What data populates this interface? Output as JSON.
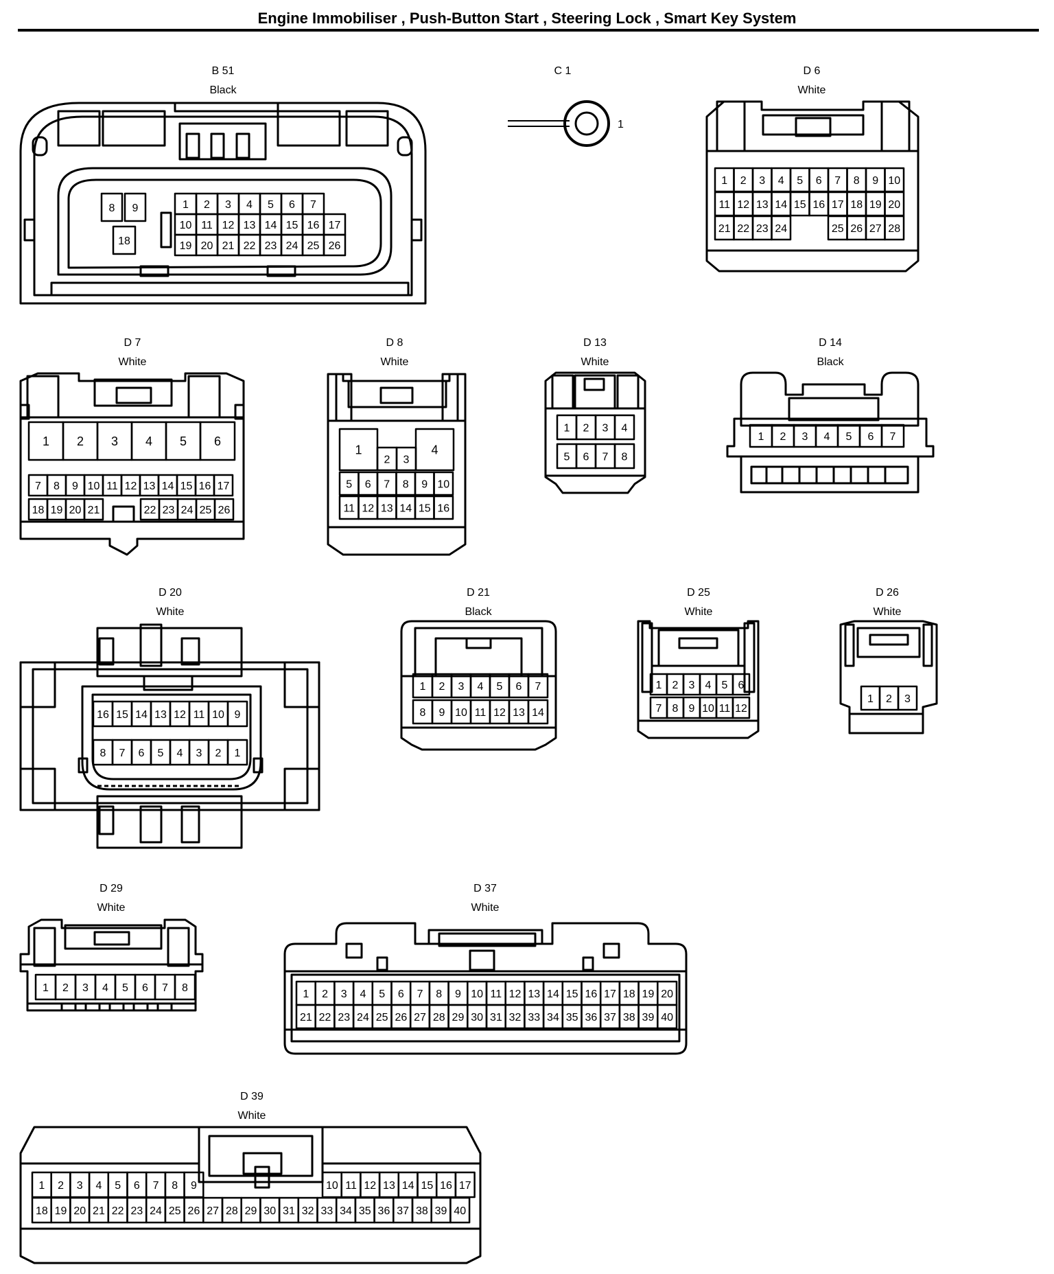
{
  "title": "Engine Immobiliser , Push-Button Start , Steering Lock , Smart Key System",
  "connectors": {
    "b51": {
      "name": "B 51",
      "color": "Black",
      "pins": [
        "8",
        "9",
        "18",
        "1",
        "2",
        "3",
        "4",
        "5",
        "6",
        "7",
        "10",
        "11",
        "12",
        "13",
        "14",
        "15",
        "16",
        "17",
        "19",
        "20",
        "21",
        "22",
        "23",
        "24",
        "25",
        "26"
      ]
    },
    "c1": {
      "name": "C 1",
      "color": "",
      "pins": [
        "1"
      ]
    },
    "d6": {
      "name": "D 6",
      "color": "White",
      "pins": [
        "1",
        "2",
        "3",
        "4",
        "5",
        "6",
        "7",
        "8",
        "9",
        "10",
        "11",
        "12",
        "13",
        "14",
        "15",
        "16",
        "17",
        "18",
        "19",
        "20",
        "21",
        "22",
        "23",
        "24",
        "25",
        "26",
        "27",
        "28"
      ]
    },
    "d7": {
      "name": "D 7",
      "color": "White",
      "pins": [
        "1",
        "2",
        "3",
        "4",
        "5",
        "6",
        "7",
        "8",
        "9",
        "10",
        "11",
        "12",
        "13",
        "14",
        "15",
        "16",
        "17",
        "18",
        "19",
        "20",
        "21",
        "22",
        "23",
        "24",
        "25",
        "26"
      ]
    },
    "d8": {
      "name": "D 8",
      "color": "White",
      "pins": [
        "1",
        "2",
        "3",
        "4",
        "5",
        "6",
        "7",
        "8",
        "9",
        "10",
        "11",
        "12",
        "13",
        "14",
        "15",
        "16"
      ]
    },
    "d13": {
      "name": "D 13",
      "color": "White",
      "pins": [
        "1",
        "2",
        "3",
        "4",
        "5",
        "6",
        "7",
        "8"
      ]
    },
    "d14": {
      "name": "D 14",
      "color": "Black",
      "pins": [
        "1",
        "2",
        "3",
        "4",
        "5",
        "6",
        "7"
      ]
    },
    "d20": {
      "name": "D 20",
      "color": "White",
      "pins": [
        "16",
        "15",
        "14",
        "13",
        "12",
        "11",
        "10",
        "9",
        "8",
        "7",
        "6",
        "5",
        "4",
        "3",
        "2",
        "1"
      ]
    },
    "d21": {
      "name": "D 21",
      "color": "Black",
      "pins": [
        "1",
        "2",
        "3",
        "4",
        "5",
        "6",
        "7",
        "8",
        "9",
        "10",
        "11",
        "12",
        "13",
        "14"
      ]
    },
    "d25": {
      "name": "D 25",
      "color": "White",
      "pins": [
        "1",
        "2",
        "3",
        "4",
        "5",
        "6",
        "7",
        "8",
        "9",
        "10",
        "11",
        "12"
      ]
    },
    "d26": {
      "name": "D 26",
      "color": "White",
      "pins": [
        "1",
        "2",
        "3"
      ]
    },
    "d29": {
      "name": "D 29",
      "color": "White",
      "pins": [
        "1",
        "2",
        "3",
        "4",
        "5",
        "6",
        "7",
        "8"
      ]
    },
    "d37": {
      "name": "D 37",
      "color": "White",
      "pins": [
        "1",
        "2",
        "3",
        "4",
        "5",
        "6",
        "7",
        "8",
        "9",
        "10",
        "11",
        "12",
        "13",
        "14",
        "15",
        "16",
        "17",
        "18",
        "19",
        "20",
        "21",
        "22",
        "23",
        "24",
        "25",
        "26",
        "27",
        "28",
        "29",
        "30",
        "31",
        "32",
        "33",
        "34",
        "35",
        "36",
        "37",
        "38",
        "39",
        "40"
      ]
    },
    "d39": {
      "name": "D 39",
      "color": "White",
      "pins": [
        "1",
        "2",
        "3",
        "4",
        "5",
        "6",
        "7",
        "8",
        "9",
        "10",
        "11",
        "12",
        "13",
        "14",
        "15",
        "16",
        "17",
        "18",
        "19",
        "20",
        "21",
        "22",
        "23",
        "24",
        "25",
        "26",
        "27",
        "28",
        "29",
        "30",
        "31",
        "32",
        "33",
        "34",
        "35",
        "36",
        "37",
        "38",
        "39",
        "40"
      ]
    }
  }
}
